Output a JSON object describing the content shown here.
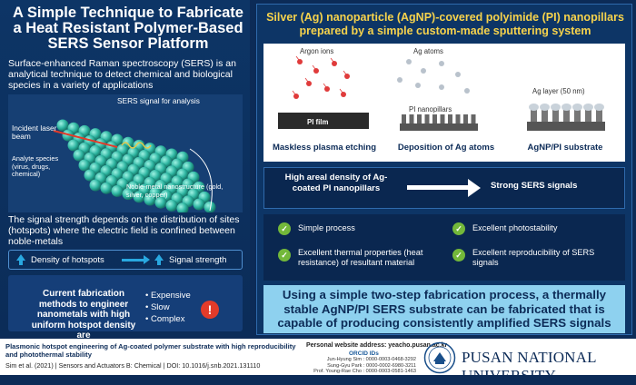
{
  "title": "A Simple Technique to Fabricate a Heat Resistant Polymer-Based SERS Sensor Platform",
  "intro": "Surface-enhanced Raman spectroscopy (SERS) is an analytical technique to detect chemical and biological species in a variety of applications",
  "lattice": {
    "signal_label": "SERS signal for analysis",
    "incident_label": "Incident laser beam",
    "analyte_label": "Analyte species (virus, drugs, chemical)",
    "metal_label": "Noble-metal nanostructure (gold, silver, copper)"
  },
  "signal_text": "The signal strength depends on the distribution of sites (hotspots) where the electric field is confined between noble-metals",
  "density": {
    "left": "Density of hotspots",
    "right": "Signal strength"
  },
  "current": {
    "text": "Current fabrication methods to engineer nanometals with high uniform hotspot density are",
    "bullets": [
      "Expensive",
      "Slow",
      "Complex"
    ],
    "alert": "!"
  },
  "fabrication": {
    "title": "Silver (Ag) nanoparticle (AgNP)-covered polyimide (PI) nanopillars prepared by a simple custom-made sputtering system",
    "argon_label": "Argon ions",
    "ag_label": "Ag atoms",
    "pi_film_label": "PI film",
    "pi_nano_label": "PI nanopillars",
    "ag_layer_label": "Ag layer (50 nm)",
    "steps": [
      "Maskless plasma etching",
      "Deposition of Ag atoms",
      "AgNP/PI substrate"
    ]
  },
  "result": {
    "left": "High areal density of Ag-coated PI nanopillars",
    "right": "Strong SERS signals"
  },
  "benefits": [
    "Simple process",
    "Excellent photostability",
    "Excellent thermal properties (heat resistance) of resultant material",
    "Excellent reproducibility of SERS signals"
  ],
  "conclusion": "Using a simple two-step fabrication process, a thermally stable AgNP/PI SERS substrate can be fabricated that is capable of producing consistently amplified SERS signals",
  "footer": {
    "paper_title": "Plasmonic hotspot engineering of Ag-coated polymer substrate with high reproducibility and photothermal stability",
    "citation": "Sim et al. (2021) | Sensors and Actuators B: Chemical | DOI: 10.1016/j.snb.2021.131110",
    "website": "Personal website address: yeacho.pusan.ac.kr",
    "orcid_title": "ORCID IDs",
    "orcids": [
      "Jun-Hyung Sim : 0000-0003-0468-3292",
      "Sung-Gyu Park : 0000-0002-6980-3211",
      "Prof. Young-Rae Cho : 0000-0003-0581-1463"
    ],
    "university": "PUSAN NATIONAL UNIVERSITY"
  },
  "colors": {
    "accent_yellow": "#f7d34c",
    "check_green": "#73b83a",
    "conclusion_bg": "#8ed1ef",
    "alert_red": "#e23b2a",
    "navy": "#0c2b57"
  }
}
